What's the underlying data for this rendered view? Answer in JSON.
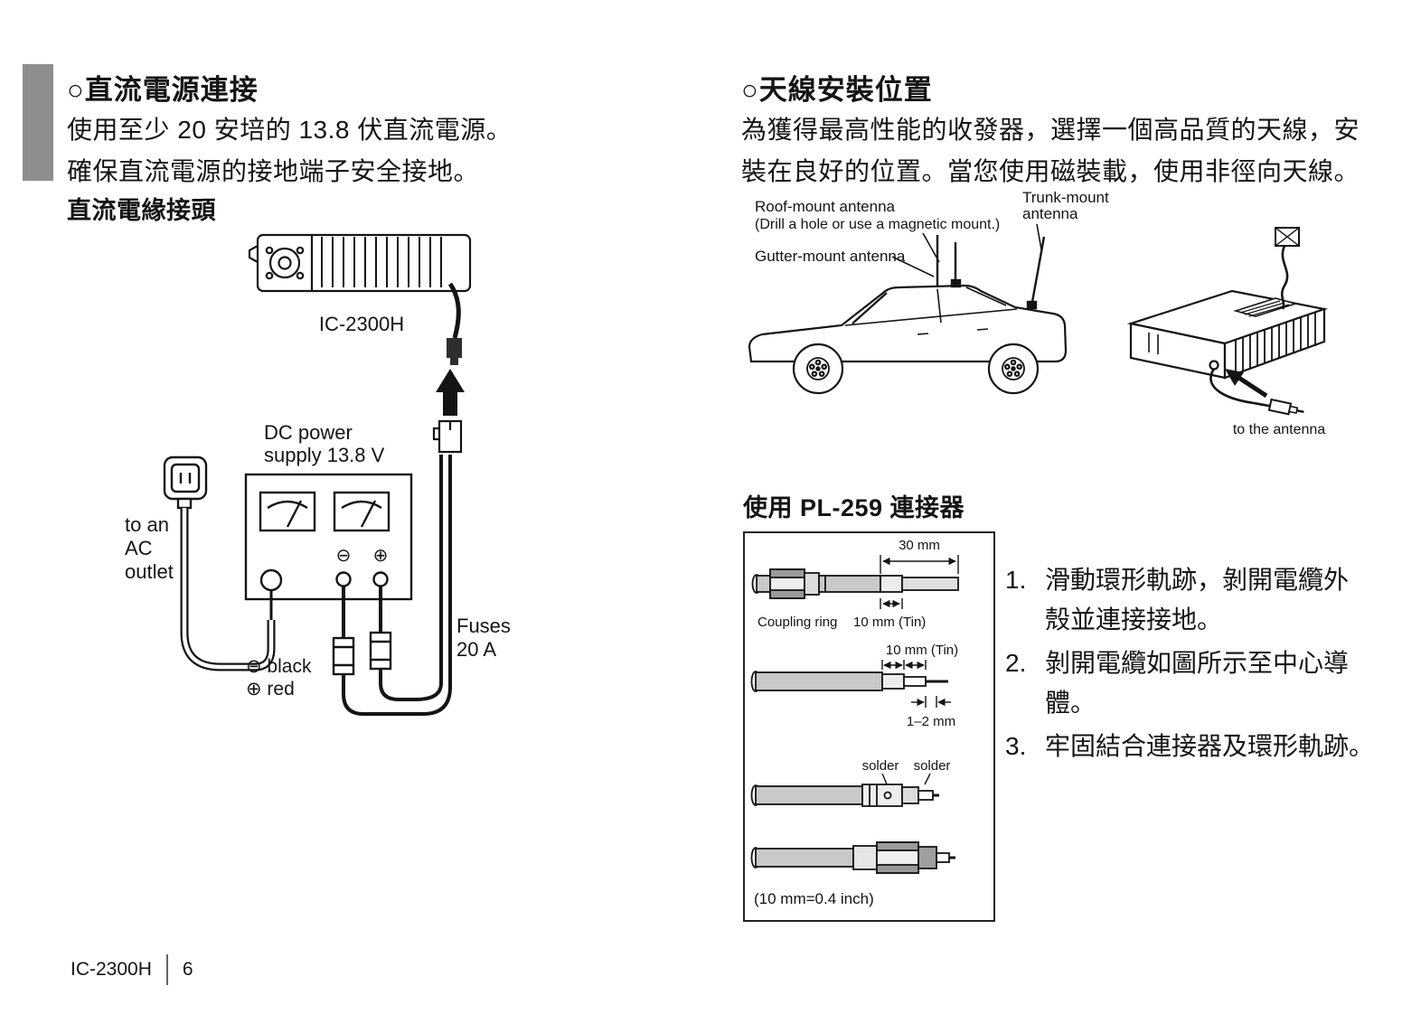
{
  "page": {
    "footer": {
      "model": "IC-2300H",
      "page_number": "6"
    }
  },
  "dc_section": {
    "heading": "○直流電源連接",
    "body_lines": [
      "使用至少 20 安培的 13.8 伏直流電源。",
      "確保直流電源的接地端子安全接地。"
    ],
    "subheading": "直流電緣接頭",
    "diagram": {
      "radio_model": "IC-2300H",
      "supply_label_line1": "DC power",
      "supply_label_line2": "supply 13.8 V",
      "outlet_label_line1": "to an",
      "outlet_label_line2": "AC",
      "outlet_label_line3": "outlet",
      "fuses_label_line1": "Fuses",
      "fuses_label_line2": "20 A",
      "minus_symbol": "⊖",
      "plus_symbol": "⊕",
      "black_wire_label": "⊖ black",
      "red_wire_label": "⊕ red"
    }
  },
  "antenna_section": {
    "heading": "○天線安裝位置",
    "body_lines": [
      "為獲得最高性能的收發器，選擇一個高品質的天線，安",
      "裝在良好的位置。當您使用磁裝載，使用非徑向天線。"
    ],
    "diagram": {
      "roof_mount_label": "Roof-mount antenna",
      "roof_mount_sublabel": "(Drill a hole or use a magnetic mount.)",
      "trunk_mount_label_line1": "Trunk-mount",
      "trunk_mount_label_line2": "antenna",
      "gutter_mount_label": "Gutter-mount antenna",
      "to_antenna_label": "to the antenna"
    }
  },
  "pl259_section": {
    "subheading": "使用 PL-259 連接器",
    "diagram": {
      "dim_30mm": "30 mm",
      "coupling_ring_label": "Coupling ring",
      "tin_label_step1": "10 mm (Tin)",
      "tin_label_step2": "10 mm (Tin)",
      "dim_1_2mm": "1–2 mm",
      "solder_label_left": "solder",
      "solder_label_right": "solder",
      "footnote": "(10 mm=0.4 inch)"
    },
    "steps": [
      {
        "num": "1.",
        "lines": [
          "滑動環形軌跡，剝開電纜外",
          "殼並連接接地。"
        ]
      },
      {
        "num": "2.",
        "lines": [
          "剝開電纜如圖所示至中心導",
          "體。"
        ]
      },
      {
        "num": "3.",
        "lines": [
          "牢固結合連接器及環形軌跡。"
        ]
      }
    ]
  }
}
